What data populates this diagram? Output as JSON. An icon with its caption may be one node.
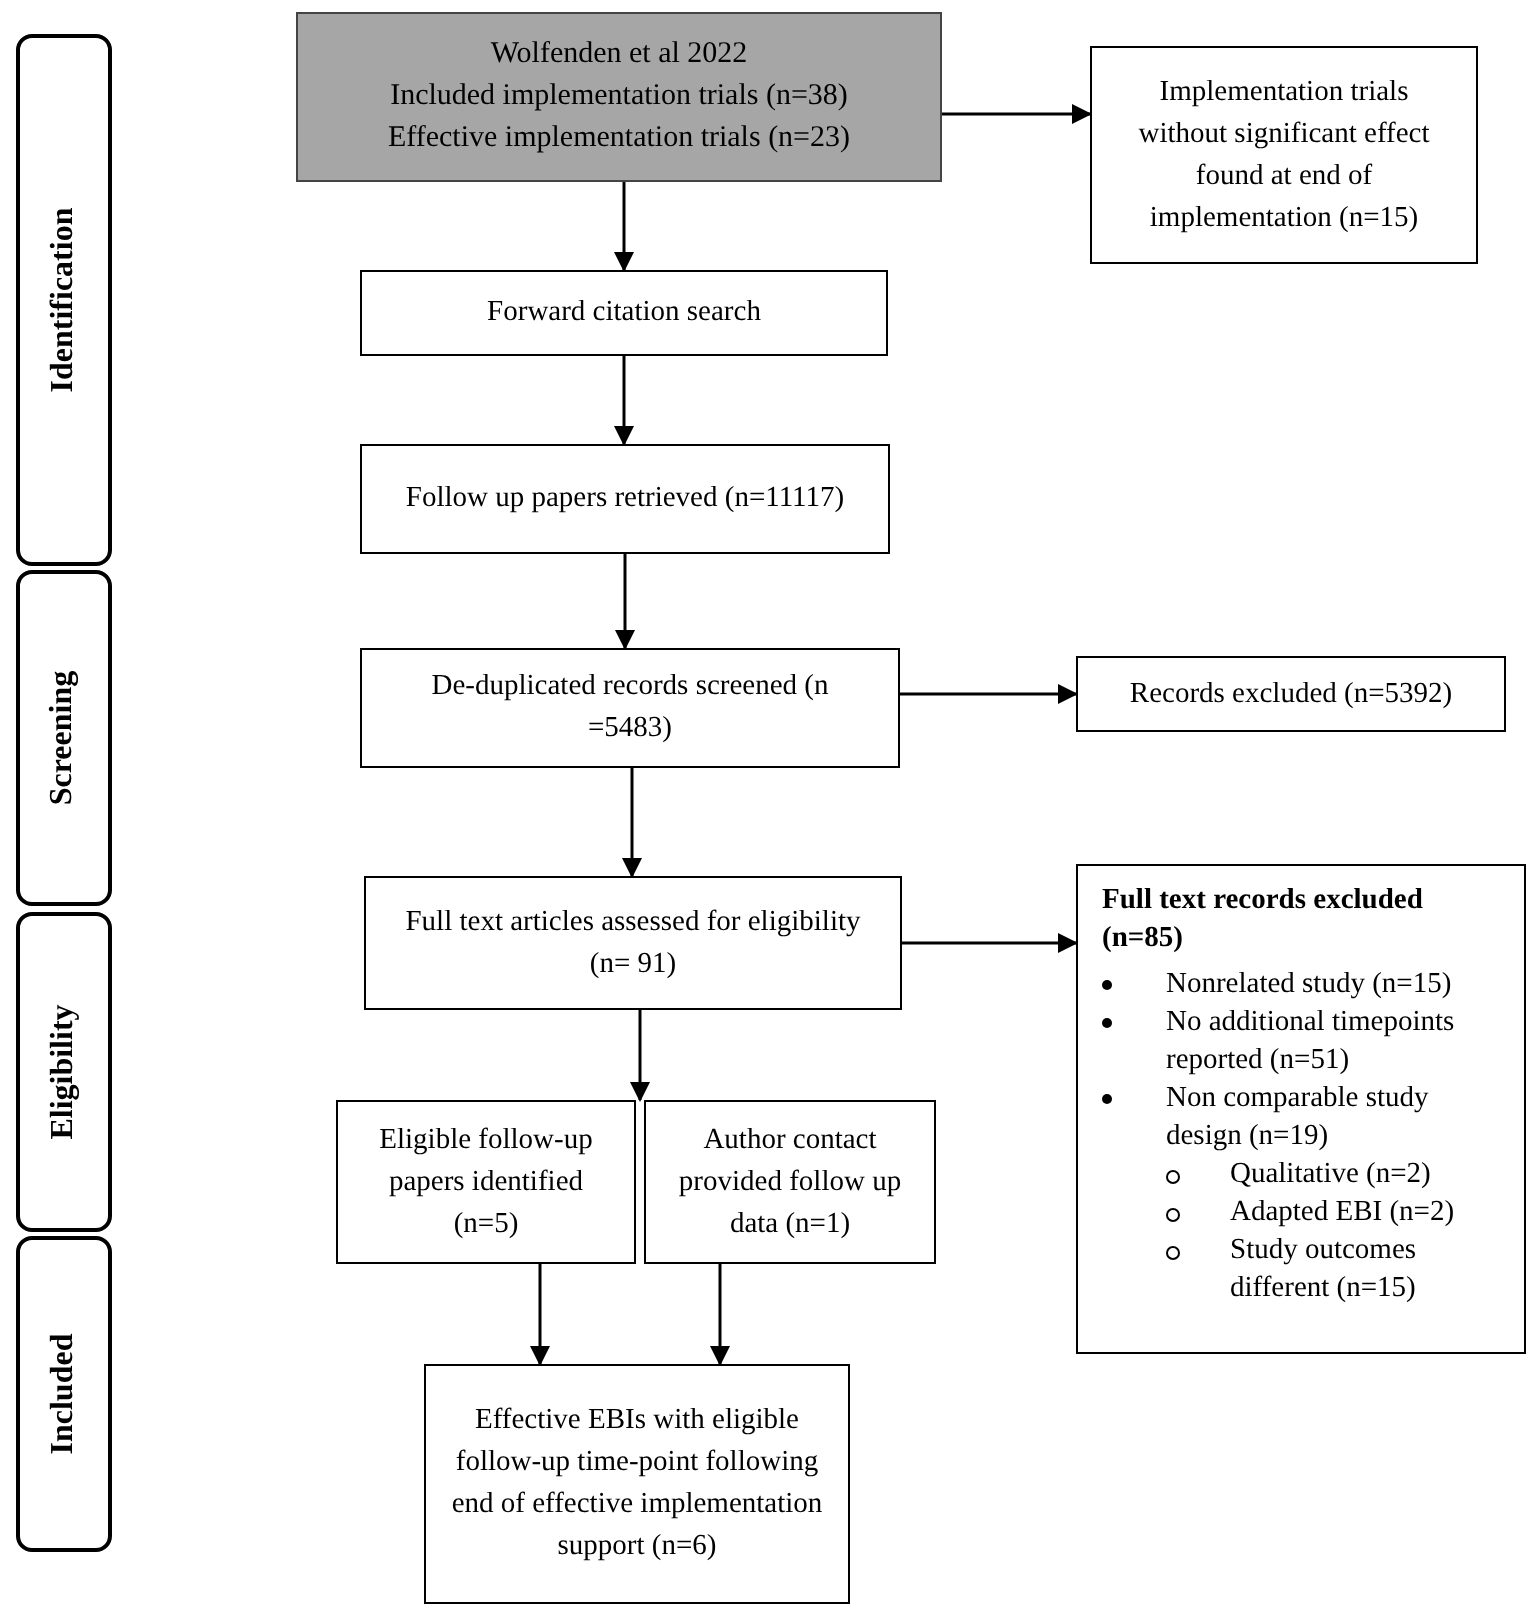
{
  "diagram": {
    "nodes": [
      {
        "text": [
          "Identification"
        ]
      },
      {
        "text": [
          "Screening"
        ]
      },
      {
        "text": [
          "Eligibility"
        ]
      },
      {
        "text": [
          "Included"
        ]
      },
      {
        "text": [
          "Wolfenden et al 2022",
          "Included implementation trials (n=38)",
          "Effective implementation trials (n=23)"
        ]
      },
      {
        "text": [
          "Implementation trials without significant effect found at end of implementation (n=15)"
        ]
      },
      {
        "text": [
          "Forward citation search"
        ]
      },
      {
        "text": [
          "Follow up papers retrieved (n=11117)"
        ]
      },
      {
        "text": [
          "De-duplicated records screened (n =5483)"
        ]
      },
      {
        "text": [
          "Records excluded (n=5392)"
        ]
      },
      {
        "text": [
          "Full text articles assessed for eligibility (n= 91)"
        ]
      },
      {
        "text": [
          "Full text records excluded (n=85)",
          "Nonrelated study (n=15)",
          "No additional timepoints reported (n=51)",
          "Non comparable study design (n=19)",
          "Qualitative (n=2)",
          "Adapted EBI (n=2)",
          "Study outcomes different (n=15)"
        ]
      },
      {
        "text": [
          "Eligible follow-up papers identified (n=5)"
        ]
      },
      {
        "text": [
          "Author contact provided follow up data (n=1)"
        ]
      },
      {
        "text": [
          "Effective EBIs with eligible follow-up time-point following end of effective implementation support (n=6)"
        ]
      }
    ],
    "edges": [
      {
        "from": 4,
        "to": 5,
        "arrow": "to"
      },
      {
        "from": 4,
        "to": 6,
        "arrow": "to"
      },
      {
        "from": 6,
        "to": 7,
        "arrow": "to"
      },
      {
        "from": 7,
        "to": 8,
        "arrow": "to"
      },
      {
        "from": 8,
        "to": 9,
        "arrow": "to"
      },
      {
        "from": 8,
        "to": 10,
        "arrow": "to"
      },
      {
        "from": 10,
        "to": 11,
        "arrow": "to"
      },
      {
        "from": 10,
        "to": 12,
        "arrow": "to"
      },
      {
        "from": 10,
        "to": 13,
        "arrow": "to"
      },
      {
        "from": 12,
        "to": 14,
        "arrow": "to"
      },
      {
        "from": 13,
        "to": 14,
        "arrow": "to"
      }
    ]
  }
}
